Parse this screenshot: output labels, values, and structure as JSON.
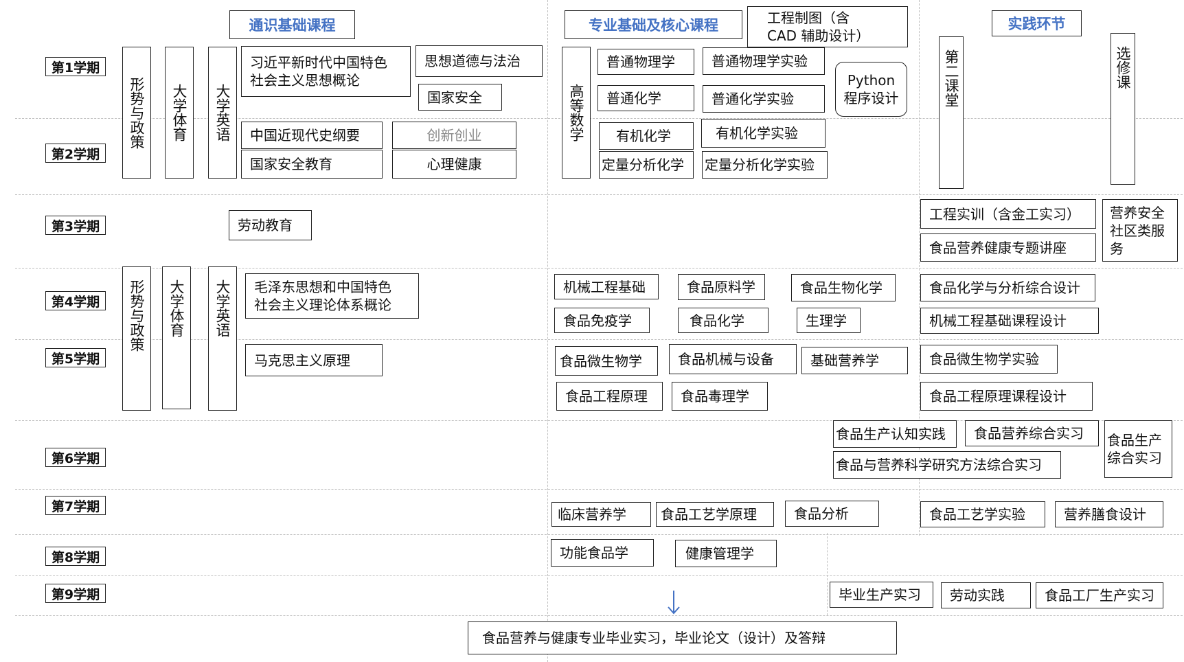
{
  "headers": {
    "general": "通识基础课程",
    "major": "专业基础及核心课程",
    "practice": "实践环节"
  },
  "semesters": [
    "第1学期",
    "第2学期",
    "第3学期",
    "第4学期",
    "第5学期",
    "第6学期",
    "第7学期",
    "第8学期",
    "第9学期"
  ],
  "general": {
    "policy_1": "形势与政策",
    "pe_1": "大学体育",
    "english_1": "大学英语",
    "xi_thought": "习近平新时代中国特色\n社会主义思想概论",
    "ethics_law": "思想道德与法治",
    "national_security": "国家安全",
    "modern_history": "中国近现代史纲要",
    "innovation": "创新创业",
    "security_education": "国家安全教育",
    "mental_health": "心理健康",
    "labor_education": "劳动教育",
    "policy_2": "形势与政策",
    "pe_2": "大学体育",
    "english_2": "大学英语",
    "mao_thought": "毛泽东思想和中国特色\n社会主义理论体系概论",
    "marxism": "马克思主义原理"
  },
  "major": {
    "math": "高等数学",
    "cad": "工程制图（含\nCAD 辅助设计）",
    "physics": "普通物理学",
    "physics_lab": "普通物理学实验",
    "python": "Python\n程序设计",
    "chemistry": "普通化学",
    "chemistry_lab": "普通化学实验",
    "organic": "有机化学",
    "organic_lab": "有机化学实验",
    "quant": "定量分析化学",
    "quant_lab": "定量分析化学实验",
    "mech": "机械工程基础",
    "raw_materials": "食品原料学",
    "food_biochem": "食品生物化学",
    "immunology": "食品免疫学",
    "food_chem": "食品化学",
    "physiology": "生理学",
    "microbiology": "食品微生物学",
    "machinery": "食品机械与设备",
    "basic_nutrition": "基础营养学",
    "engineering_principle": "食品工程原理",
    "toxicology": "食品毒理学",
    "clinical": "临床营养学",
    "process_principle": "食品工艺学原理",
    "analysis": "食品分析",
    "functional": "功能食品学",
    "health_mgmt": "健康管理学"
  },
  "practice": {
    "second_class": "第二课堂",
    "elective": "选修课",
    "eng_training": "工程实训（含金工实习）",
    "community": "营养安全\n社区类服\n务",
    "lecture": "食品营养健康专题讲座",
    "chem_design": "食品化学与分析综合设计",
    "mech_design": "机械工程基础课程设计",
    "micro_lab": "食品微生物学实验",
    "eng_design": "食品工程原理课程设计",
    "production_cognition": "食品生产认知实践",
    "nutrition_internship": "食品营养综合实习",
    "production_internship": "食品生产\n综合实习",
    "research_methods": "食品与营养科学研究方法综合实习",
    "process_lab": "食品工艺学实验",
    "diet_design": "营养膳食设计",
    "graduation_internship": "毕业生产实习",
    "labor_practice": "劳动实践",
    "factory_internship": "食品工厂生产实习"
  },
  "final": "食品营养与健康专业毕业实习，毕业论文（设计）及答辩"
}
